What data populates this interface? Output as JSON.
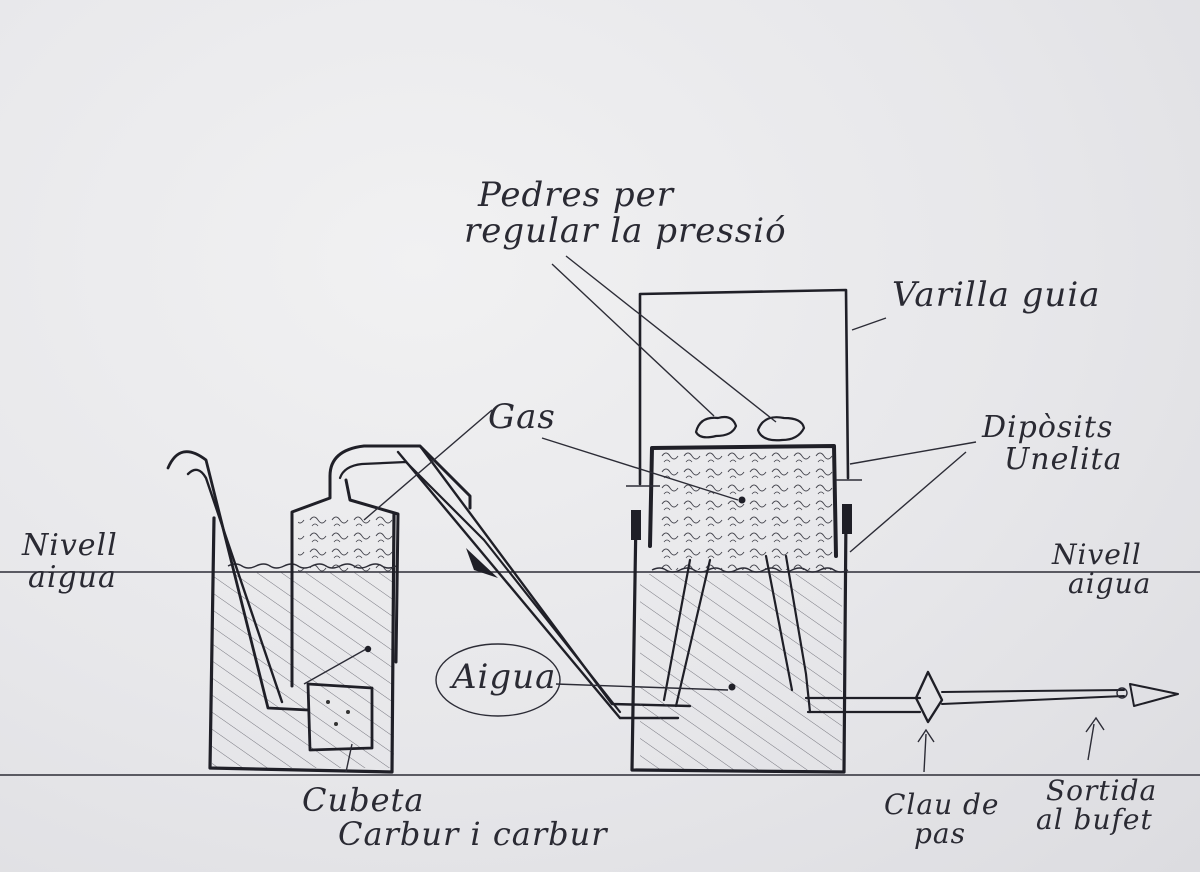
{
  "diagram": {
    "labels": {
      "pedres": [
        "Pedres per",
        "regular la pressió"
      ],
      "varilla": "Varilla guia",
      "gas": "Gas",
      "diposits": [
        "Dipòsits",
        "Unelita"
      ],
      "nivell_left": [
        "Nivell",
        "aigua"
      ],
      "nivell_right": [
        "Nivell",
        "aigua"
      ],
      "aigua": "Aigua",
      "cubeta": [
        "Cubeta",
        "Carbur i carbur"
      ],
      "clau": [
        "Clau de",
        "pas"
      ],
      "sortida": [
        "Sortida",
        "al bufet"
      ]
    },
    "colors": {
      "paper": "#ececef",
      "ink": "#1f1f27"
    }
  }
}
